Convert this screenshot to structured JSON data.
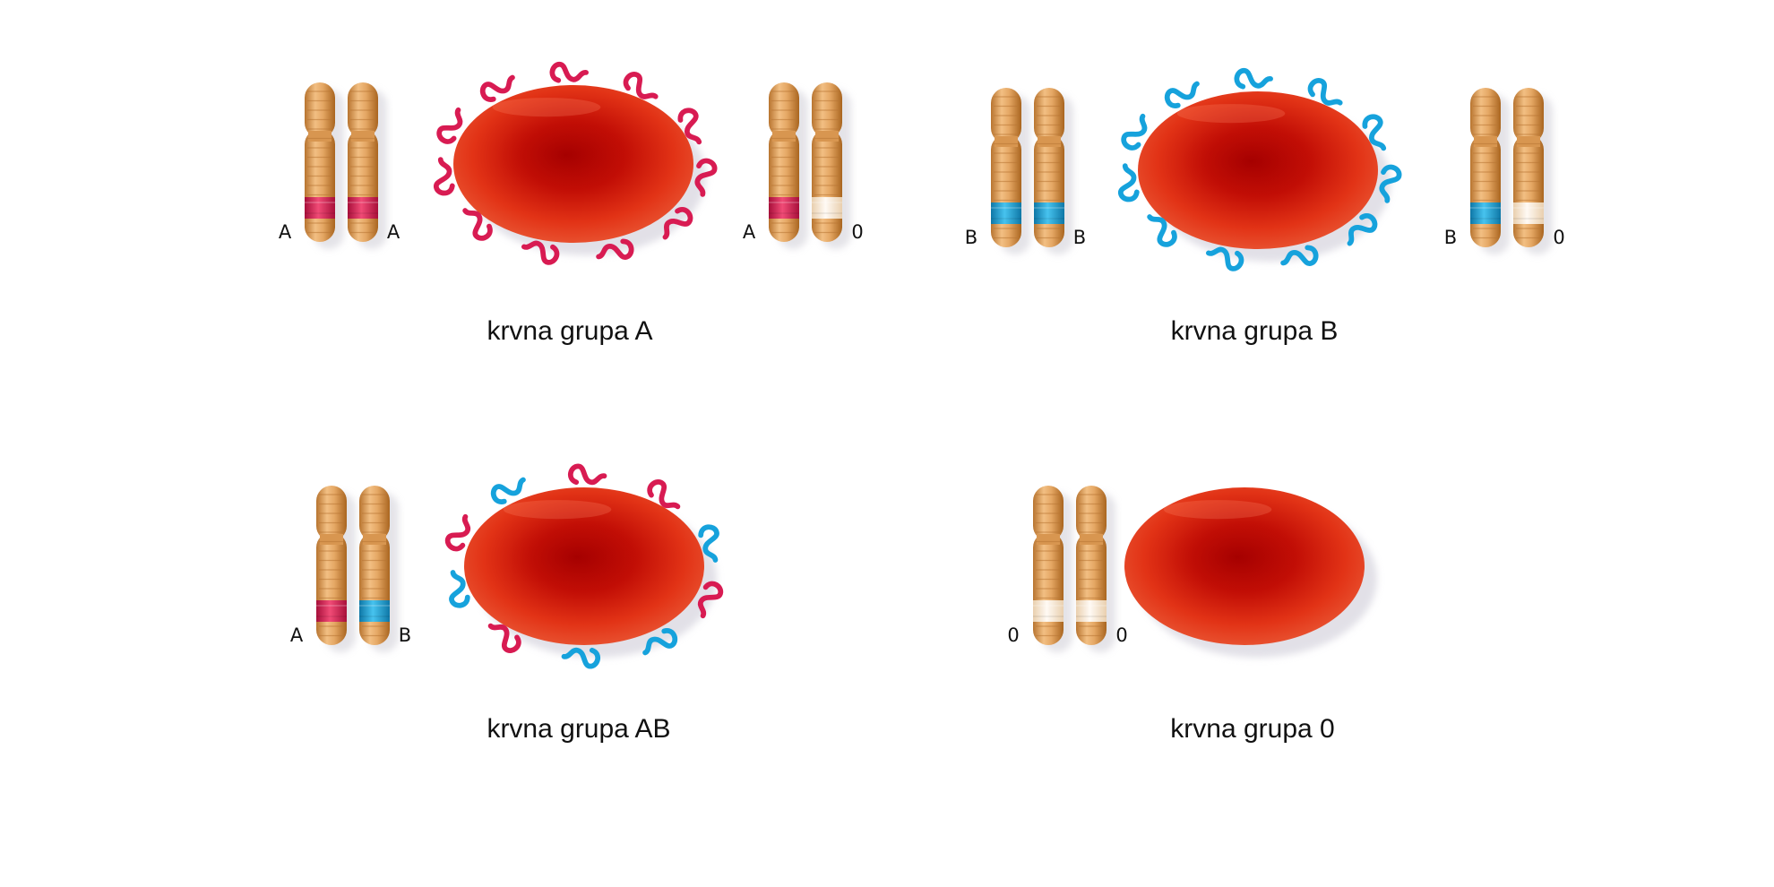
{
  "colors": {
    "antigen_a": "#d81b52",
    "antigen_b": "#16a2dc",
    "no_antigen_band": "#fbeee2",
    "chromosome": "#e0a262",
    "red_cell": "#d6230f"
  },
  "panels": [
    {
      "id": "a",
      "caption": "krvna grupa A",
      "antigens": [
        "a",
        "a",
        "a",
        "a",
        "a",
        "a",
        "a",
        "a",
        "a",
        "a",
        "a"
      ],
      "chromosome_pairs": [
        {
          "left": {
            "label": "A",
            "band": "a"
          },
          "right": {
            "label": "A",
            "band": "a"
          }
        },
        {
          "left": {
            "label": "A",
            "band": "a"
          },
          "right": {
            "label": "0",
            "band": "o"
          }
        }
      ]
    },
    {
      "id": "b",
      "caption": "krvna grupa B",
      "antigens": [
        "b",
        "b",
        "b",
        "b",
        "b",
        "b",
        "b",
        "b",
        "b",
        "b",
        "b"
      ],
      "chromosome_pairs": [
        {
          "left": {
            "label": "B",
            "band": "b"
          },
          "right": {
            "label": "B",
            "band": "b"
          }
        },
        {
          "left": {
            "label": "B",
            "band": "b"
          },
          "right": {
            "label": "0",
            "band": "o"
          }
        }
      ]
    },
    {
      "id": "ab",
      "caption": "krvna grupa AB",
      "antigens": [
        "b",
        "a",
        "a",
        "b",
        "a",
        "b",
        "b",
        "a",
        "b",
        "a"
      ],
      "chromosome_pairs": [
        {
          "left": {
            "label": "A",
            "band": "a"
          },
          "right": {
            "label": "B",
            "band": "b"
          }
        }
      ]
    },
    {
      "id": "o",
      "caption": "krvna grupa 0",
      "antigens": [],
      "chromosome_pairs": [
        {
          "left": {
            "label": "0",
            "band": "o"
          },
          "right": {
            "label": "0",
            "band": "o"
          }
        }
      ]
    }
  ]
}
